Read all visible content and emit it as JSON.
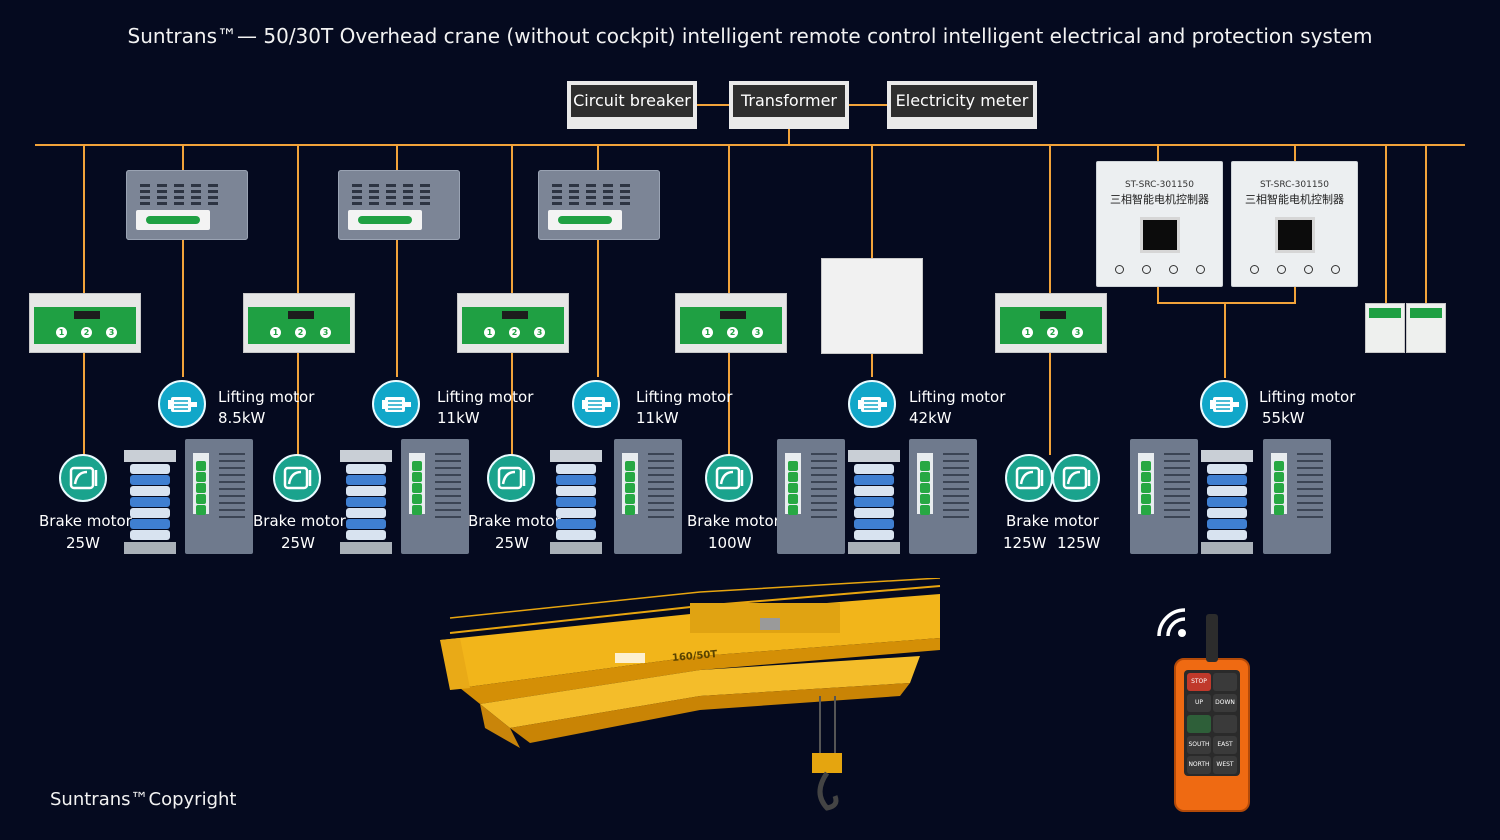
{
  "title": "Suntrans™— 50/30T Overhead crane (without cockpit) intelligent remote control intelligent electrical and protection system",
  "top_boxes": {
    "circuit_breaker": "Circuit breaker",
    "transformer": "Transformer",
    "electricity_meter": "Electricity meter"
  },
  "lifting_motors": [
    {
      "label": "Lifting motor",
      "power": "8.5kW"
    },
    {
      "label": "Lifting motor",
      "power": "11kW"
    },
    {
      "label": "Lifting motor",
      "power": "11kW"
    },
    {
      "label": "Lifting motor",
      "power": "42kW"
    },
    {
      "label": "Lifting motor",
      "power": "55kW"
    }
  ],
  "brake_motors": [
    {
      "label": "Brake motor",
      "power": "25W"
    },
    {
      "label": "Brake motor",
      "power": "25W"
    },
    {
      "label": "Brake motor",
      "power": "25W"
    },
    {
      "label": "Brake motor",
      "power": "100W"
    },
    {
      "label": "Brake motor",
      "power": "125W",
      "power2": "125W"
    }
  ],
  "controllers": [
    {
      "model": "ST-SRC-301150",
      "name": "三相智能电机控制器"
    },
    {
      "model": "ST-SRC-301150",
      "name": "三相智能电机控制器"
    }
  ],
  "crane_marking": "160/50T",
  "remote_buttons": [
    "STOP",
    "UP",
    "DOWN",
    "SOUTH",
    "EAST",
    "NORTH",
    "WEST"
  ],
  "copyright": "Suntrans™Copyright",
  "colors": {
    "wire": "#f2a33a",
    "background": "#050a1f",
    "icon_blue": "#11a7c9",
    "module_green": "#1fa043"
  }
}
